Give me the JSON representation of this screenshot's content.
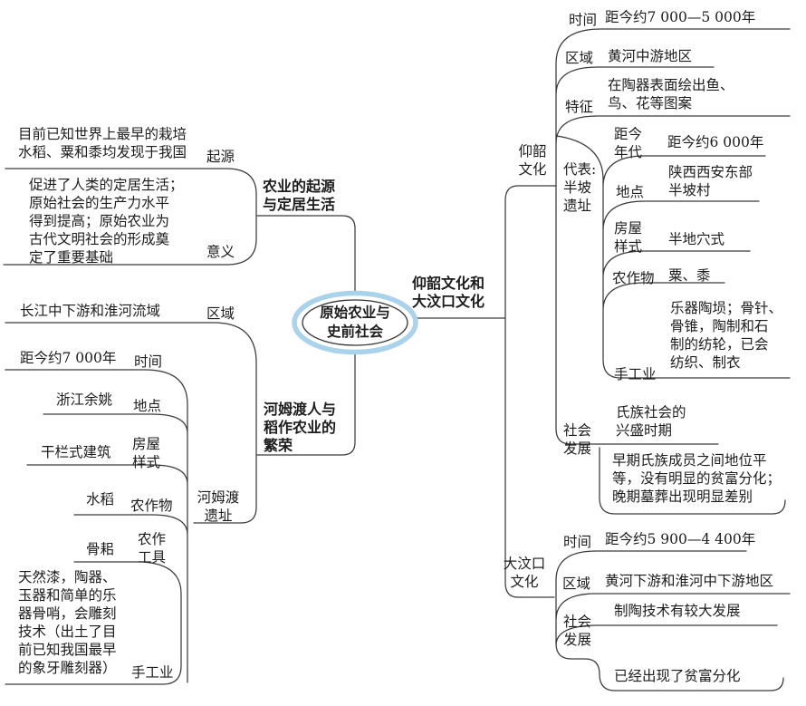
{
  "center": "原始农业与\n史前社会",
  "colors": {
    "ellipse_ring": "#a8d3ea",
    "ellipse_inner": "#333333",
    "line": "#3a3a3a"
  },
  "agriculture": {
    "title": "农业的起源\n与定居生活",
    "origin_label": "起源",
    "origin_text": "目前已知世界上最早的栽培\n水稻、粟和黍均发现于我国",
    "meaning_label": "意义",
    "meaning_text": "促进了人类的定居生活；\n原始社会的生产力水平\n得到提高；原始农业为\n古代文明社会的形成奠\n定了重要基础"
  },
  "hemudu": {
    "title": "河姆渡人与\n稻作农业的\n繁荣",
    "region_label": "区域",
    "region_text": "长江中下游和淮河流域",
    "site_label": "河姆渡\n遗址",
    "time_label": "时间",
    "time_text": "距今约7 000年",
    "place_label": "地点",
    "place_text": "浙江余姚",
    "house_label": "房屋\n样式",
    "house_text": "干栏式建筑",
    "crop_label": "农作物",
    "crop_text": "水稻",
    "tool_label": "农作\n工具",
    "tool_text": "骨耜",
    "craft_label": "手工业",
    "craft_text": "天然漆，陶器、\n玉器和简单的乐\n器骨哨，会雕刻\n技术（出土了目\n前已知我国最早\n的象牙雕刻器）"
  },
  "cultures": {
    "title": "仰韶文化和\n大汶口文化",
    "yangshao": {
      "label": "仰韶\n文化",
      "time_label": "时间",
      "time_text": "距今约7 000—5 000年",
      "region_label": "区域",
      "region_text": "黄河中游地区",
      "feature_label": "特征",
      "feature_text": "在陶器表面绘出鱼、\n鸟、花等图案",
      "banpo_label": "代表:\n半坡\n遗址",
      "age_label": "距今\n年代",
      "age_text": "距今约6 000年",
      "place_label": "地点",
      "place_text": "陕西西安东部\n半坡村",
      "house_label": "房屋\n样式",
      "house_text": "半地穴式",
      "crop_label": "农作物",
      "crop_text": "粟、黍",
      "craft_label": "手工业",
      "craft_text": "乐器陶埙；骨针、\n骨锥，陶制和石\n制的纺轮，已会\n纺织、制衣",
      "society_label": "社会\n发展",
      "society_text1": "氏族社会的\n兴盛时期",
      "society_text2": "早期氏族成员之间地位平\n等，没有明显的贫富分化；\n晚期墓葬出现明显差别"
    },
    "dawenkou": {
      "label": "大汶口\n文化",
      "time_label": "时间",
      "time_text": "距今约5 900—4 400年",
      "region_label": "区域",
      "region_text": "黄河下游和淮河中下游地区",
      "society_label": "社会\n发展",
      "society_text1": "制陶技术有较大发展",
      "society_text2": "已经出现了贫富分化"
    }
  }
}
